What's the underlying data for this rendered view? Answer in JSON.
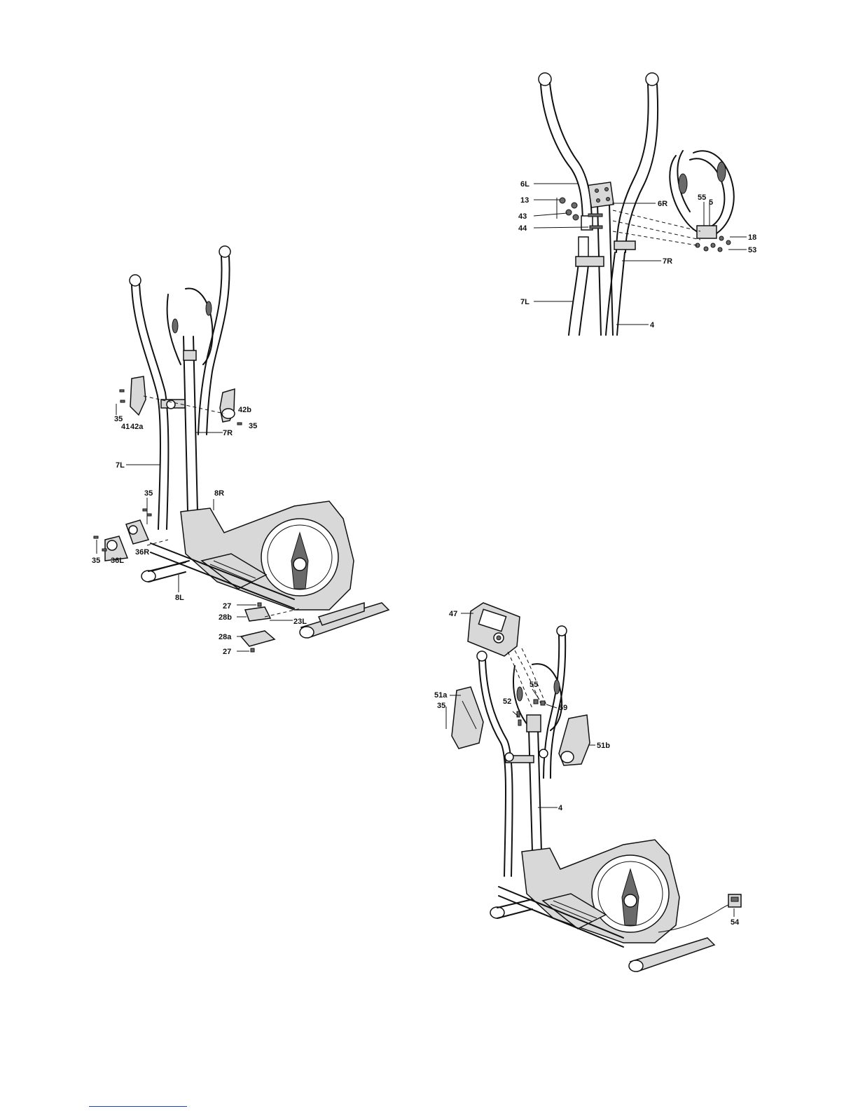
{
  "diagrams": {
    "top_right": {
      "labels": [
        "6L",
        "13",
        "43",
        "44",
        "6R",
        "55",
        "5",
        "18",
        "53",
        "7R",
        "7L",
        "4"
      ]
    },
    "left": {
      "labels": [
        "35",
        "41",
        "42a",
        "42b",
        "35",
        "7R",
        "7L",
        "35",
        "8R",
        "35",
        "36L",
        "36R",
        "8L",
        "27",
        "28b",
        "23L",
        "28a",
        "27"
      ]
    },
    "bottom_right": {
      "labels": [
        "47",
        "51a",
        "35",
        "55",
        "52",
        "59",
        "51b",
        "4",
        "54"
      ]
    }
  }
}
